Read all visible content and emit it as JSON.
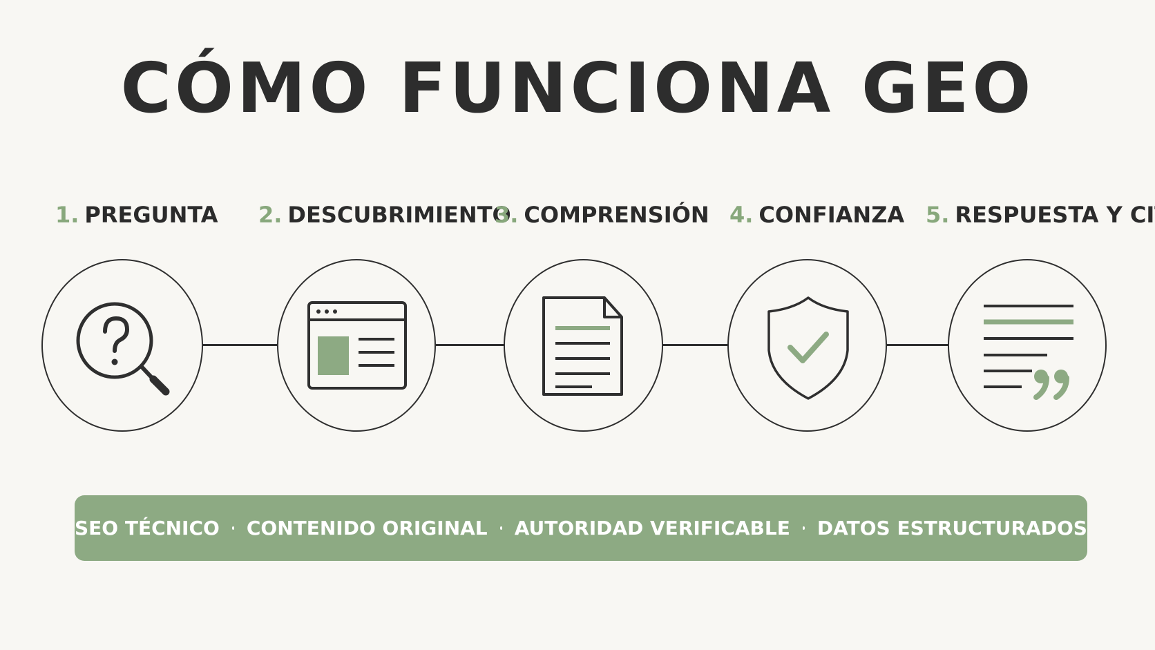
{
  "title": "CÓMO FUNCIONA GEO",
  "steps": [
    {
      "number": "1.",
      "label": "PREGUNTA",
      "icon": "magnifier-question-icon"
    },
    {
      "number": "2.",
      "label": "DESCUBRIMIENTO",
      "icon": "browser-window-icon"
    },
    {
      "number": "3.",
      "label": "COMPRENSIÓN",
      "icon": "document-icon"
    },
    {
      "number": "4.",
      "label": "CONFIANZA",
      "icon": "shield-check-icon"
    },
    {
      "number": "5.",
      "label": "RESPUESTA Y CITA",
      "icon": "text-quote-icon"
    }
  ],
  "pillars": [
    "SEO TÉCNICO",
    "CONTENIDO ORIGINAL",
    "AUTORIDAD VERIFICABLE",
    "DATOS ESTRUCTURADOS"
  ],
  "colors": {
    "accent": "#8daa83",
    "number": "#88a87c",
    "ink": "#2b2b2b",
    "background": "#f8f7f3"
  }
}
